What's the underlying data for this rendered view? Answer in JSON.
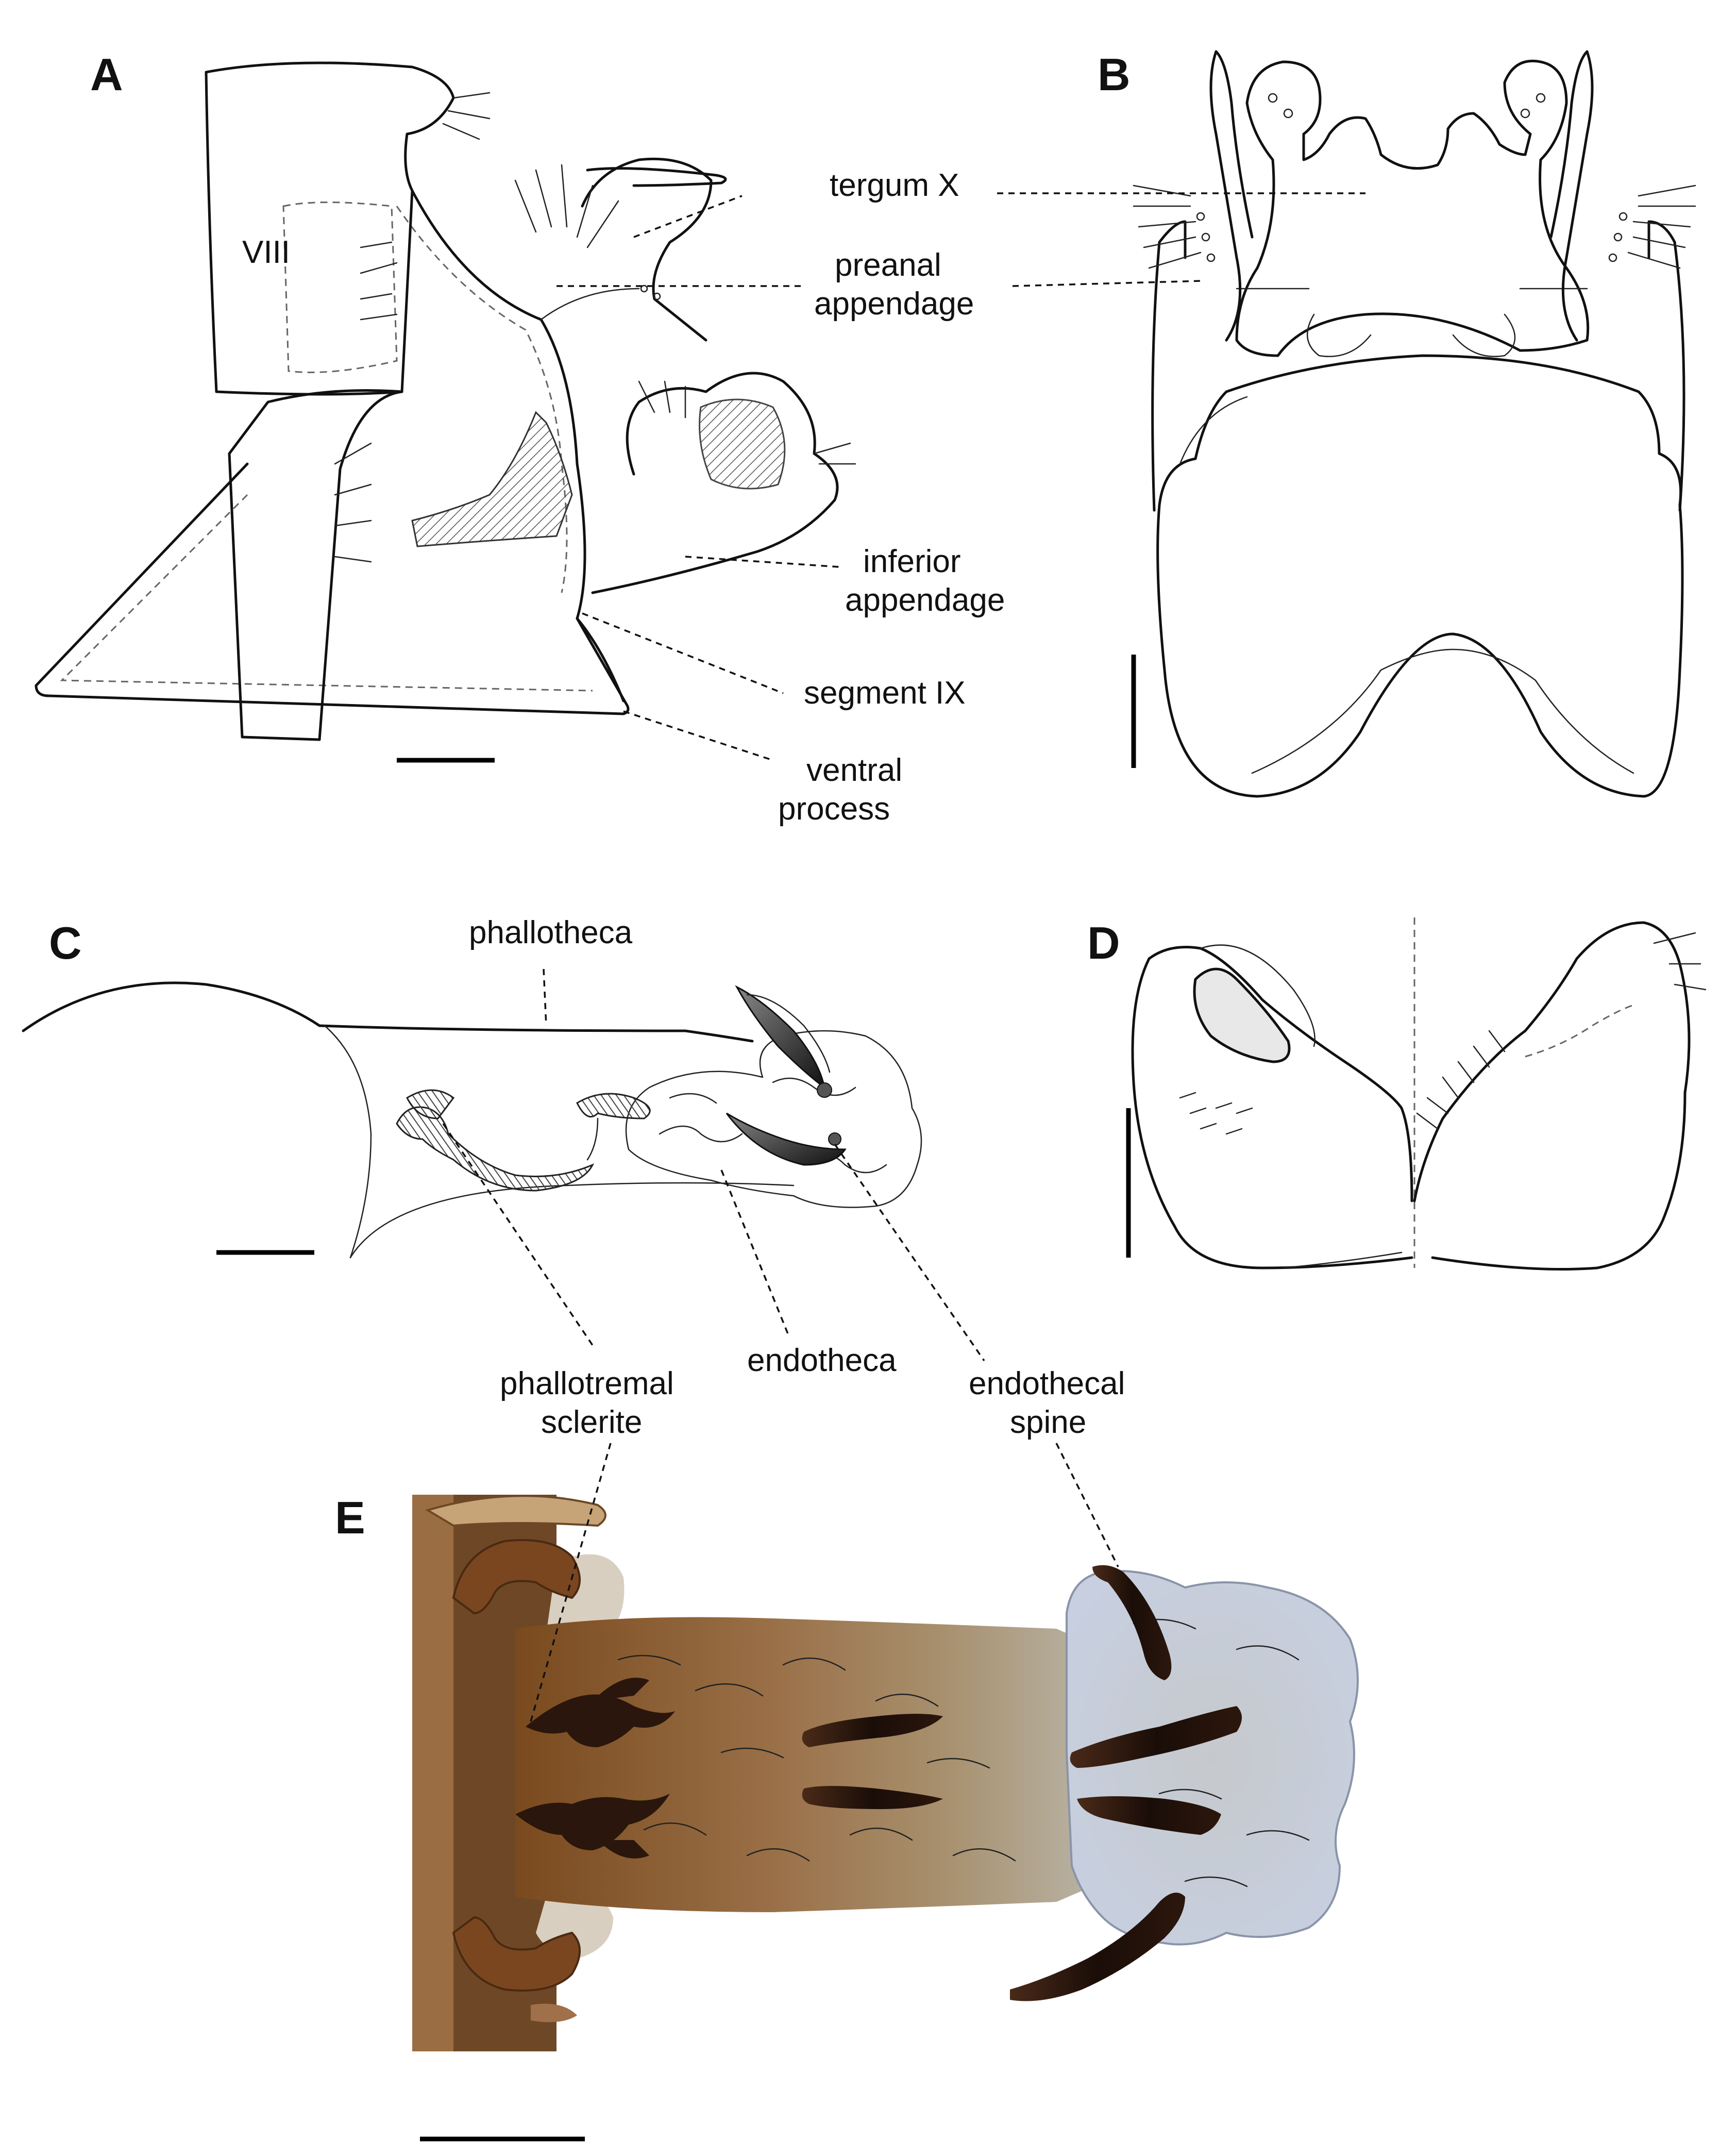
{
  "panels": {
    "a": "A",
    "b": "B",
    "c": "C",
    "d": "D",
    "e": "E"
  },
  "labels": {
    "segment_viii": "VIII",
    "tergum_x": "tergum X",
    "preanal_1": "preanal",
    "preanal_2": "appendage",
    "inferior_1": "inferior",
    "inferior_2": "appendage",
    "segment_ix": "segment IX",
    "ventral_1": "ventral",
    "ventral_2": "process",
    "phallotheca": "phallotheca",
    "endotheca": "endotheca",
    "phallotremal_1": "phallotremal",
    "phallotremal_2": "sclerite",
    "endothecal_1": "endothecal",
    "endothecal_2": "spine"
  },
  "colors": {
    "ink": "#111111",
    "stipple": "#9a9a9a",
    "hatch": "#555555",
    "photo_brown": "#8a5a2b",
    "photo_dark": "#2a160c",
    "photo_membrane": "#c9cfd8"
  }
}
